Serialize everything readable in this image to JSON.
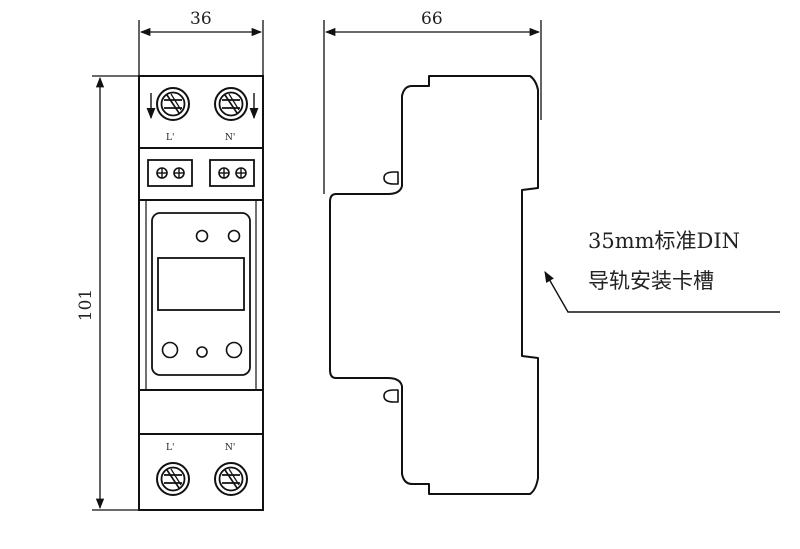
{
  "dimensions": {
    "front_width": "36",
    "side_width": "66",
    "height": "101"
  },
  "terminals": {
    "top_left": "L'",
    "top_right": "N'",
    "bottom_left": "L'",
    "bottom_right": "N'"
  },
  "callout": {
    "line1": "35mm标准DIN",
    "line2": "导轨安装卡槽"
  },
  "colors": {
    "stroke": "#111111",
    "background": "#ffffff"
  }
}
